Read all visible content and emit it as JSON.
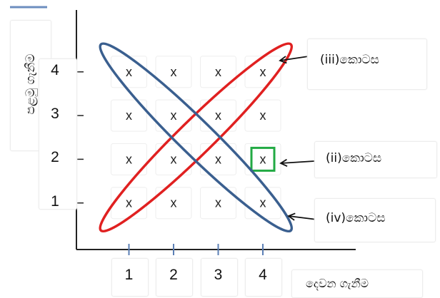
{
  "chart_data": {
    "type": "scatter",
    "xlabel": "දෙවන ගැනීම",
    "ylabel": "පළමු ගැනීම",
    "x_ticks": [
      "1",
      "2",
      "3",
      "4"
    ],
    "y_ticks": [
      "1",
      "2",
      "3",
      "4"
    ],
    "marker": "x",
    "points": [
      {
        "x": 1,
        "y": 1
      },
      {
        "x": 2,
        "y": 1
      },
      {
        "x": 3,
        "y": 1
      },
      {
        "x": 4,
        "y": 1
      },
      {
        "x": 1,
        "y": 2
      },
      {
        "x": 2,
        "y": 2
      },
      {
        "x": 3,
        "y": 2
      },
      {
        "x": 4,
        "y": 2
      },
      {
        "x": 1,
        "y": 3
      },
      {
        "x": 2,
        "y": 3
      },
      {
        "x": 3,
        "y": 3
      },
      {
        "x": 4,
        "y": 3
      },
      {
        "x": 1,
        "y": 4
      },
      {
        "x": 2,
        "y": 4
      },
      {
        "x": 3,
        "y": 4
      },
      {
        "x": 4,
        "y": 4
      }
    ],
    "highlight": {
      "x": 4,
      "y": 2,
      "color": "#22aa44"
    },
    "regions": [
      {
        "label": "(iii)කොටස",
        "color": "#e02020",
        "from": [
          1,
          1
        ],
        "to": [
          4,
          4
        ]
      },
      {
        "label": "(iv)කොටස",
        "color": "#3a5f8f",
        "from": [
          1,
          4
        ],
        "to": [
          4,
          1
        ]
      }
    ],
    "callouts": [
      {
        "label": "(iii)කොටස"
      },
      {
        "label": "(ii)කොටස"
      },
      {
        "label": "(iv)කොටස"
      }
    ],
    "axis_color": "#222222",
    "tick_color": "#5b7fb5"
  }
}
